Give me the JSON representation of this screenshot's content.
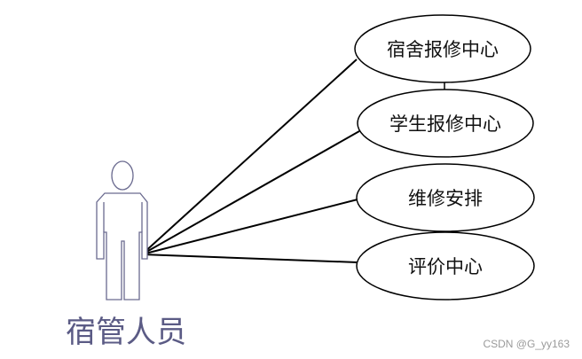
{
  "actor": {
    "label": "宿管人员",
    "icon": "stick-figure-icon"
  },
  "use_cases": [
    {
      "id": "uc1",
      "label": "宿舍报修中心"
    },
    {
      "id": "uc2",
      "label": "学生报修中心"
    },
    {
      "id": "uc3",
      "label": "维修安排"
    },
    {
      "id": "uc4",
      "label": "评价中心"
    }
  ],
  "watermark": "CSDN @G_yy163",
  "colors": {
    "actor_stroke": "#6a6a8f",
    "actor_text": "#5b5b85",
    "line": "#000000",
    "ellipse_stroke": "#000000"
  }
}
